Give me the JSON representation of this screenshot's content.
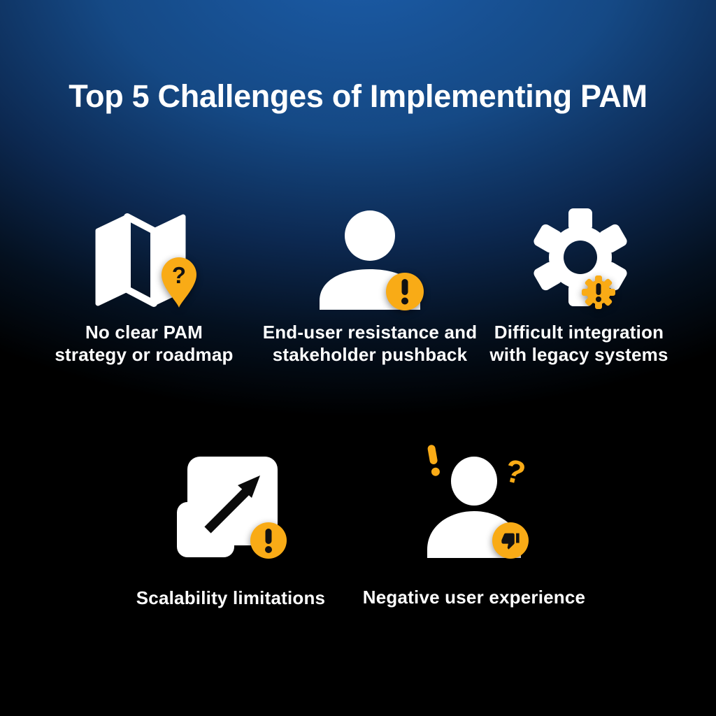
{
  "title": "Top 5 Challenges of Implementing PAM",
  "colors": {
    "background_top_blue": "#1B5CA8",
    "background_mid_blue": "#0C2850",
    "background_bottom": "#000000",
    "accent_yellow": "#F9AB16",
    "icon_white": "#FFFFFF",
    "glyph_dark": "#121212",
    "text_color": "#FFFFFF"
  },
  "glyphs": {
    "question_mark": "?",
    "exclamation_mark": "!"
  },
  "challenges": [
    {
      "icon": "map-question-pin-icon",
      "label": "No clear PAM strategy or roadmap",
      "label_lines": [
        "No clear PAM",
        "strategy or roadmap"
      ]
    },
    {
      "icon": "user-exclamation-icon",
      "label": "End-user resistance and stakeholder pushback",
      "label_lines": [
        "End-user resistance and",
        "stakeholder pushback"
      ]
    },
    {
      "icon": "gear-alert-icon",
      "label": "Difficult integration with legacy systems",
      "label_lines": [
        "Difficult integration",
        "with legacy systems"
      ]
    },
    {
      "icon": "expand-alert-icon",
      "label": "Scalability limitations",
      "label_lines": [
        "Scalability limitations"
      ]
    },
    {
      "icon": "confused-user-thumbs-down-icon",
      "label": "Negative user experience",
      "label_lines": [
        "Negative user experience"
      ]
    }
  ]
}
